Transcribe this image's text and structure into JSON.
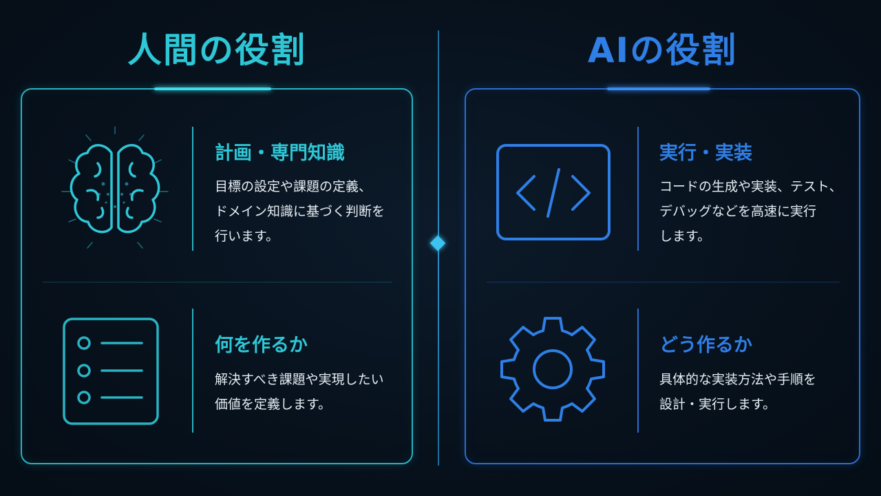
{
  "human": {
    "heading": "人間の役割",
    "blocks": [
      {
        "title": "計画・専門知識",
        "desc": "目標の設定や課題の定義、\nドメイン知識に基づく判断を\n行います。",
        "icon": "brain-icon"
      },
      {
        "title": "何を作るか",
        "desc": "解決すべき課題や実現したい\n価値を定義します。",
        "icon": "checklist-icon"
      }
    ]
  },
  "ai": {
    "heading": "AIの役割",
    "blocks": [
      {
        "title": "実行・実装",
        "desc": "コードの生成や実装、テスト、\nデバッグなどを高速に実行\nします。",
        "icon": "code-icon"
      },
      {
        "title": "どう作るか",
        "desc": "具体的な実装方法や手順を\n設計・実行します。",
        "icon": "gear-icon"
      }
    ]
  },
  "colors": {
    "human_accent": "#2ec7d6",
    "ai_accent": "#2f7fe6",
    "background": "#07111c"
  }
}
